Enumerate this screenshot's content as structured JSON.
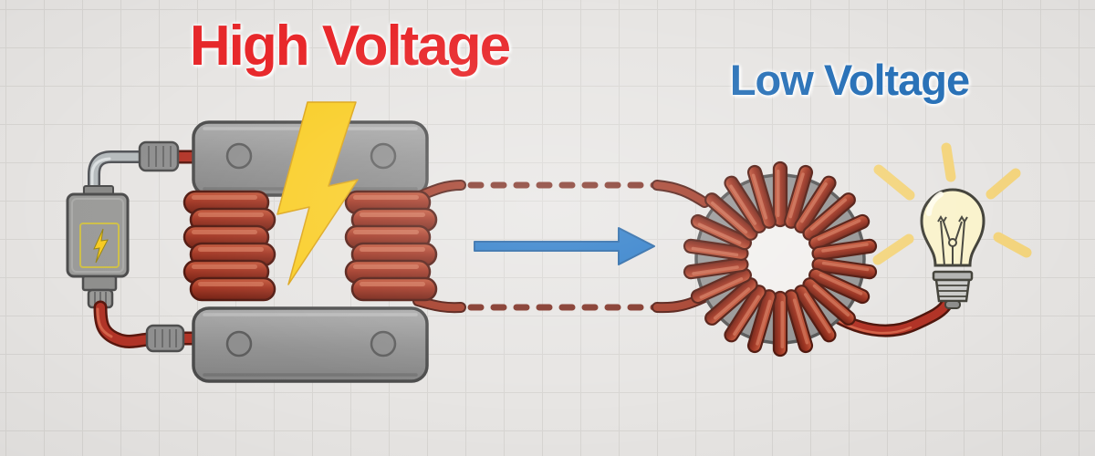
{
  "title": "Transformer: high voltage to low voltage illustration",
  "labels": {
    "high_voltage": "High Voltage",
    "low_voltage": "Low Voltage"
  },
  "colors": {
    "background": "#e7e5e3",
    "grid_line": "#d8d6d3",
    "high_voltage_text": "#e8282b",
    "low_voltage_text": "#2a72b8",
    "arrow_blue": "#2779c8",
    "dash_wire": "#7e2f22",
    "coil_copper": "#a33a26",
    "coil_copper_dark": "#6f2114",
    "coil_copper_light": "#cf6a4c",
    "core_gray": "#9d9d9d",
    "core_gray_dark": "#565656",
    "lightning_yellow": "#f9cd24",
    "glow_yellow": "#f4d57e",
    "bulb_glass": "#faf3cd",
    "wire_red": "#b23427"
  },
  "icons": {
    "lightning_bolt": "high-voltage lightning bolt",
    "plug_bolt": "electric hazard bolt on power box",
    "flow_arrow": "energy flow right arrow",
    "light_bulb": "lit incandescent bulb"
  }
}
